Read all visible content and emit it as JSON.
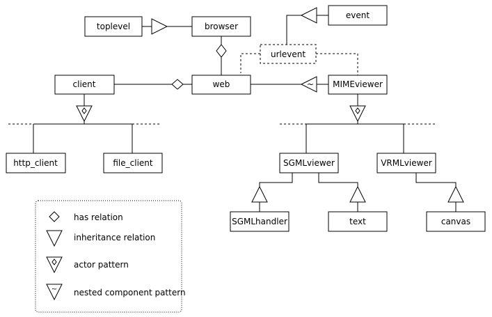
{
  "nodes": {
    "toplevel": "toplevel",
    "browser": "browser",
    "event": "event",
    "urlevent": "urlevent",
    "client": "client",
    "web": "web",
    "mimeviewer": "MIMEviewer",
    "http_client": "http_client",
    "file_client": "file_client",
    "sgmlviewer": "SGMLviewer",
    "vrmlviewer": "VRMLviewer",
    "sgmlhandler": "SGMLhandler",
    "text": "text",
    "canvas": "canvas"
  },
  "marks": {
    "tilde": "~"
  },
  "legend": {
    "has_relation": "has relation",
    "inheritance_relation": "inheritance relation",
    "actor_pattern": "actor pattern",
    "nested_component_pattern": "nested component pattern"
  }
}
